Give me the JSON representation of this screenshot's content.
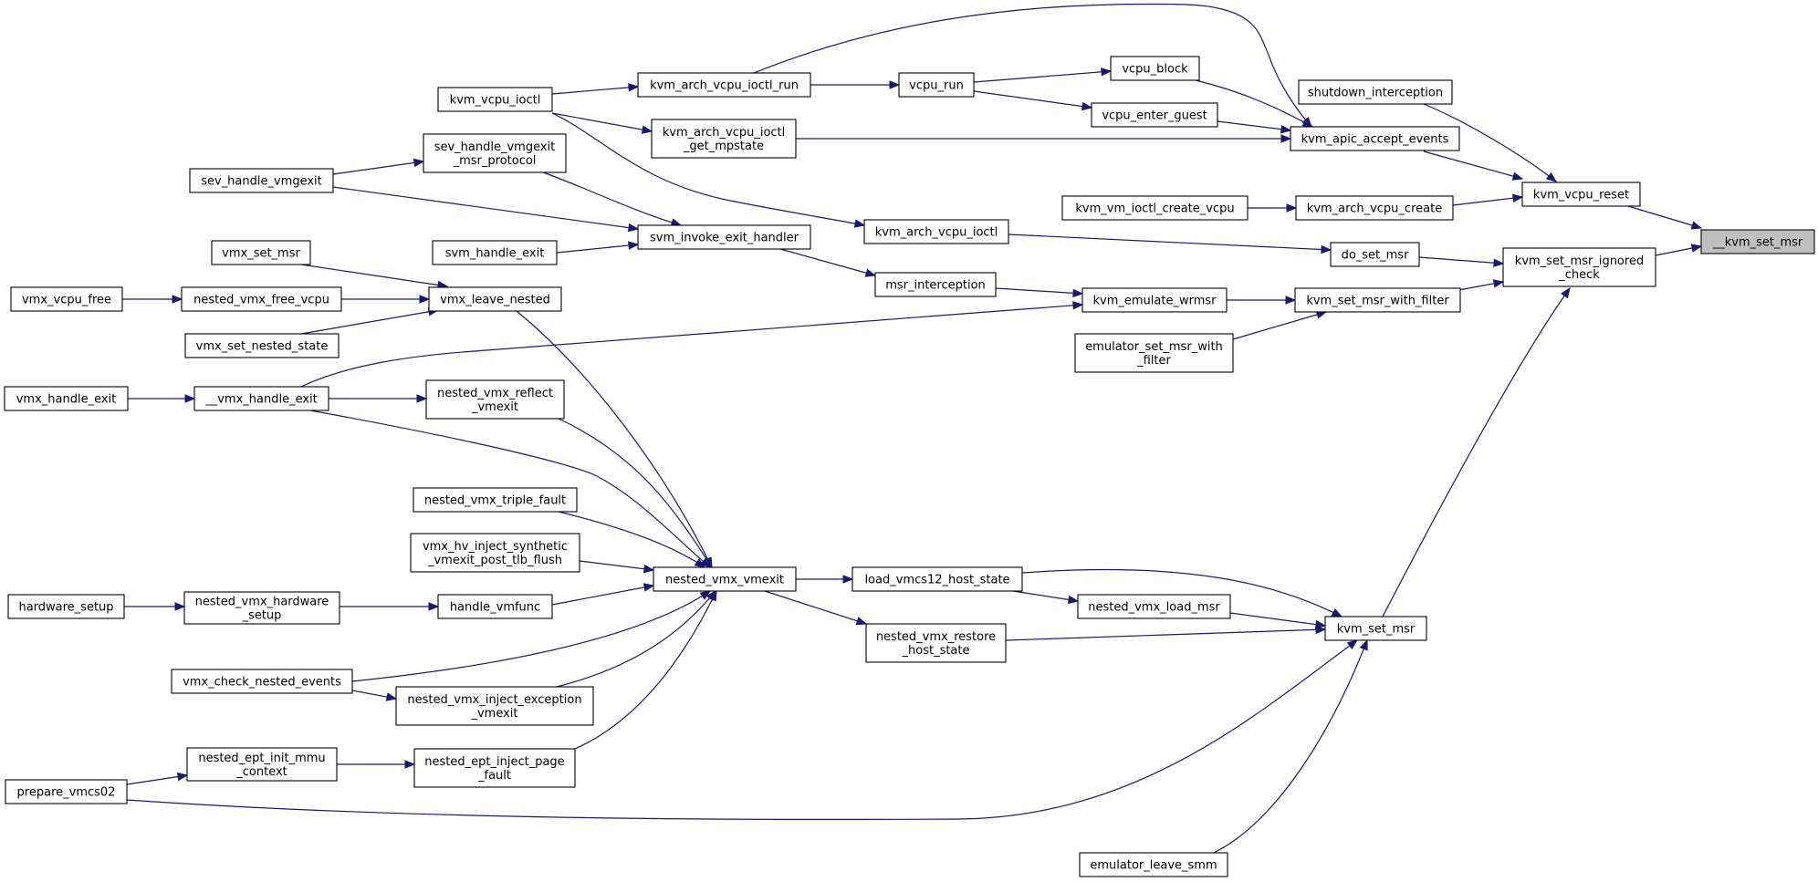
{
  "nodes": {
    "n_kvm_set_msr_dunder": {
      "lines": [
        "__kvm_set_msr"
      ],
      "highlight": true
    },
    "n_kvm_vcpu_reset": {
      "lines": [
        "kvm_vcpu_reset"
      ]
    },
    "n_kvm_set_msr_ignored_check": {
      "lines": [
        "kvm_set_msr_ignored",
        "_check"
      ]
    },
    "n_shutdown_interception": {
      "lines": [
        "shutdown_interception"
      ]
    },
    "n_kvm_apic_accept_events": {
      "lines": [
        "kvm_apic_accept_events"
      ]
    },
    "n_kvm_arch_vcpu_create": {
      "lines": [
        "kvm_arch_vcpu_create"
      ]
    },
    "n_kvm_vm_ioctl_create_vcpu": {
      "lines": [
        "kvm_vm_ioctl_create_vcpu"
      ]
    },
    "n_do_set_msr": {
      "lines": [
        "do_set_msr"
      ]
    },
    "n_kvm_set_msr_with_filter": {
      "lines": [
        "kvm_set_msr_with_filter"
      ]
    },
    "n_kvm_set_msr": {
      "lines": [
        "kvm_set_msr"
      ]
    },
    "n_vcpu_block": {
      "lines": [
        "vcpu_block"
      ]
    },
    "n_vcpu_enter_guest": {
      "lines": [
        "vcpu_enter_guest"
      ]
    },
    "n_vcpu_run": {
      "lines": [
        "vcpu_run"
      ]
    },
    "n_kvm_arch_vcpu_ioctl_run": {
      "lines": [
        "kvm_arch_vcpu_ioctl_run"
      ]
    },
    "n_kvm_arch_vcpu_ioctl_get_mpstate": {
      "lines": [
        "kvm_arch_vcpu_ioctl",
        "_get_mpstate"
      ]
    },
    "n_kvm_vcpu_ioctl": {
      "lines": [
        "kvm_vcpu_ioctl"
      ]
    },
    "n_kvm_arch_vcpu_ioctl": {
      "lines": [
        "kvm_arch_vcpu_ioctl"
      ]
    },
    "n_kvm_emulate_wrmsr": {
      "lines": [
        "kvm_emulate_wrmsr"
      ]
    },
    "n_emulator_set_msr_with_filter": {
      "lines": [
        "emulator_set_msr_with",
        "_filter"
      ]
    },
    "n_msr_interception": {
      "lines": [
        "msr_interception"
      ]
    },
    "n_svm_invoke_exit_handler": {
      "lines": [
        "svm_invoke_exit_handler"
      ]
    },
    "n_sev_handle_vmgexit_msr_protocol": {
      "lines": [
        "sev_handle_vmgexit",
        "_msr_protocol"
      ]
    },
    "n_sev_handle_vmgexit": {
      "lines": [
        "sev_handle_vmgexit"
      ]
    },
    "n_svm_handle_exit": {
      "lines": [
        "svm_handle_exit"
      ]
    },
    "n_vmx_handle_exit_dunder": {
      "lines": [
        "__vmx_handle_exit"
      ]
    },
    "n_vmx_handle_exit": {
      "lines": [
        "vmx_handle_exit"
      ]
    },
    "n_load_vmcs12_host_state": {
      "lines": [
        "load_vmcs12_host_state"
      ]
    },
    "n_nested_vmx_load_msr": {
      "lines": [
        "nested_vmx_load_msr"
      ]
    },
    "n_nested_vmx_restore_host_state": {
      "lines": [
        "nested_vmx_restore",
        "_host_state"
      ]
    },
    "n_prepare_vmcs02": {
      "lines": [
        "prepare_vmcs02"
      ]
    },
    "n_emulator_leave_smm": {
      "lines": [
        "emulator_leave_smm"
      ]
    },
    "n_nested_vmx_vmexit": {
      "lines": [
        "nested_vmx_vmexit"
      ]
    },
    "n_vmx_leave_nested": {
      "lines": [
        "vmx_leave_nested"
      ]
    },
    "n_vmx_set_msr": {
      "lines": [
        "vmx_set_msr"
      ]
    },
    "n_nested_vmx_free_vcpu": {
      "lines": [
        "nested_vmx_free_vcpu"
      ]
    },
    "n_vmx_vcpu_free": {
      "lines": [
        "vmx_vcpu_free"
      ]
    },
    "n_vmx_set_nested_state": {
      "lines": [
        "vmx_set_nested_state"
      ]
    },
    "n_nested_vmx_reflect_vmexit": {
      "lines": [
        "nested_vmx_reflect",
        "_vmexit"
      ]
    },
    "n_nested_vmx_triple_fault": {
      "lines": [
        "nested_vmx_triple_fault"
      ]
    },
    "n_vmx_hv_inject_synthetic": {
      "lines": [
        "vmx_hv_inject_synthetic",
        "_vmexit_post_tlb_flush"
      ]
    },
    "n_handle_vmfunc": {
      "lines": [
        "handle_vmfunc"
      ]
    },
    "n_nested_vmx_hardware_setup": {
      "lines": [
        "nested_vmx_hardware",
        "_setup"
      ]
    },
    "n_hardware_setup": {
      "lines": [
        "hardware_setup"
      ]
    },
    "n_vmx_check_nested_events": {
      "lines": [
        "vmx_check_nested_events"
      ]
    },
    "n_nested_vmx_inject_exception_vmexit": {
      "lines": [
        "nested_vmx_inject_exception",
        "_vmexit"
      ]
    },
    "n_nested_ept_inject_page_fault": {
      "lines": [
        "nested_ept_inject_page",
        "_fault"
      ]
    },
    "n_nested_ept_init_mmu_context": {
      "lines": [
        "nested_ept_init_mmu",
        "_context"
      ]
    }
  },
  "colors": {
    "edge": "#191970",
    "node_border": "#000000",
    "highlight_fill": "#bfbfbf",
    "background": "#ffffff"
  }
}
